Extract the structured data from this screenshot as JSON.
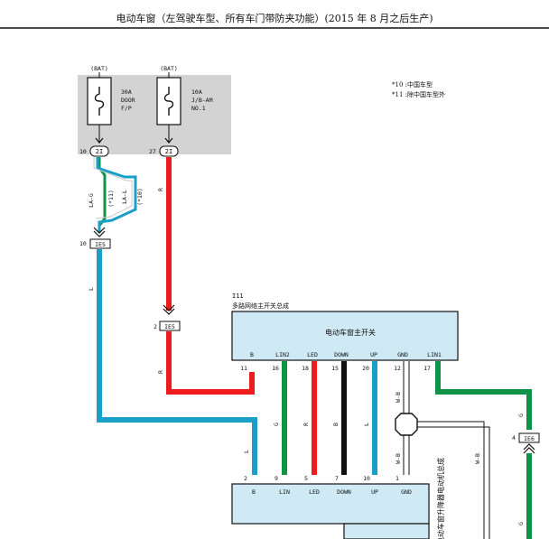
{
  "title": "电动车窗（左驾驶车型、所有车门带防夹功能）(2015 年 8 月之后生产)",
  "legend": {
    "line1": "*10 :中国车型",
    "line2": "*11 :除中国车型外"
  },
  "fuses": [
    {
      "source": "(BAT)",
      "name_line1": "30A",
      "name_line2": "DOOR",
      "name_line3": "F/P",
      "pin": "10",
      "connector": "2I"
    },
    {
      "source": "(BAT)",
      "name_line1": "10A",
      "name_line2": "J/B-AM",
      "name_line3": "NO.1",
      "pin": "27",
      "connector": "2I"
    }
  ],
  "splice": {
    "left_label": "LA-G",
    "left_note": "(*11)",
    "right_label": "LA-L",
    "right_note": "(*10)"
  },
  "connectors": {
    "ie5_top": {
      "pin": "10",
      "name": "IE5"
    },
    "ie5_mid": {
      "pin": "2",
      "name": "IE5"
    },
    "ie6": {
      "pin": "4",
      "name": "IE6"
    }
  },
  "wire_labels": {
    "l_left": "L",
    "r_vertical": "R",
    "r_lower": "R",
    "l_bottom": "L",
    "g_mid": "G",
    "r_mid": "R",
    "b_mid": "B",
    "l_mid": "L",
    "wb_upper": "W-B",
    "wb_lower": "W-B",
    "wb_right": "W-B",
    "g_right_upper": "G",
    "g_right_lower": "G"
  },
  "master_switch": {
    "ref": "I11",
    "assembly": "多路网络主开关总成",
    "title": "电动车窗主开关",
    "terminals": [
      {
        "name": "B",
        "pin": "11"
      },
      {
        "name": "LIN2",
        "pin": "16"
      },
      {
        "name": "LED",
        "pin": "18"
      },
      {
        "name": "DOWN",
        "pin": "15"
      },
      {
        "name": "UP",
        "pin": "20"
      },
      {
        "name": "GND",
        "pin": "12"
      },
      {
        "name": "LIN1",
        "pin": "17"
      }
    ]
  },
  "motor": {
    "assembly": "电动车窗升降器电动机总成",
    "terminals": [
      {
        "name": "B",
        "pin": "2"
      },
      {
        "name": "LIN",
        "pin": "9"
      },
      {
        "name": "LED",
        "pin": "5"
      },
      {
        "name": "DOWN",
        "pin": "7"
      },
      {
        "name": "UP",
        "pin": "10"
      },
      {
        "name": "GND",
        "pin": "1"
      }
    ]
  },
  "colors": {
    "red": "#ee1c1c",
    "blue": "#1aa0c8",
    "green": "#0f9447",
    "black": "#111111",
    "panel": "#cfeaf5",
    "fuse_bg": "#d3d3d3"
  }
}
